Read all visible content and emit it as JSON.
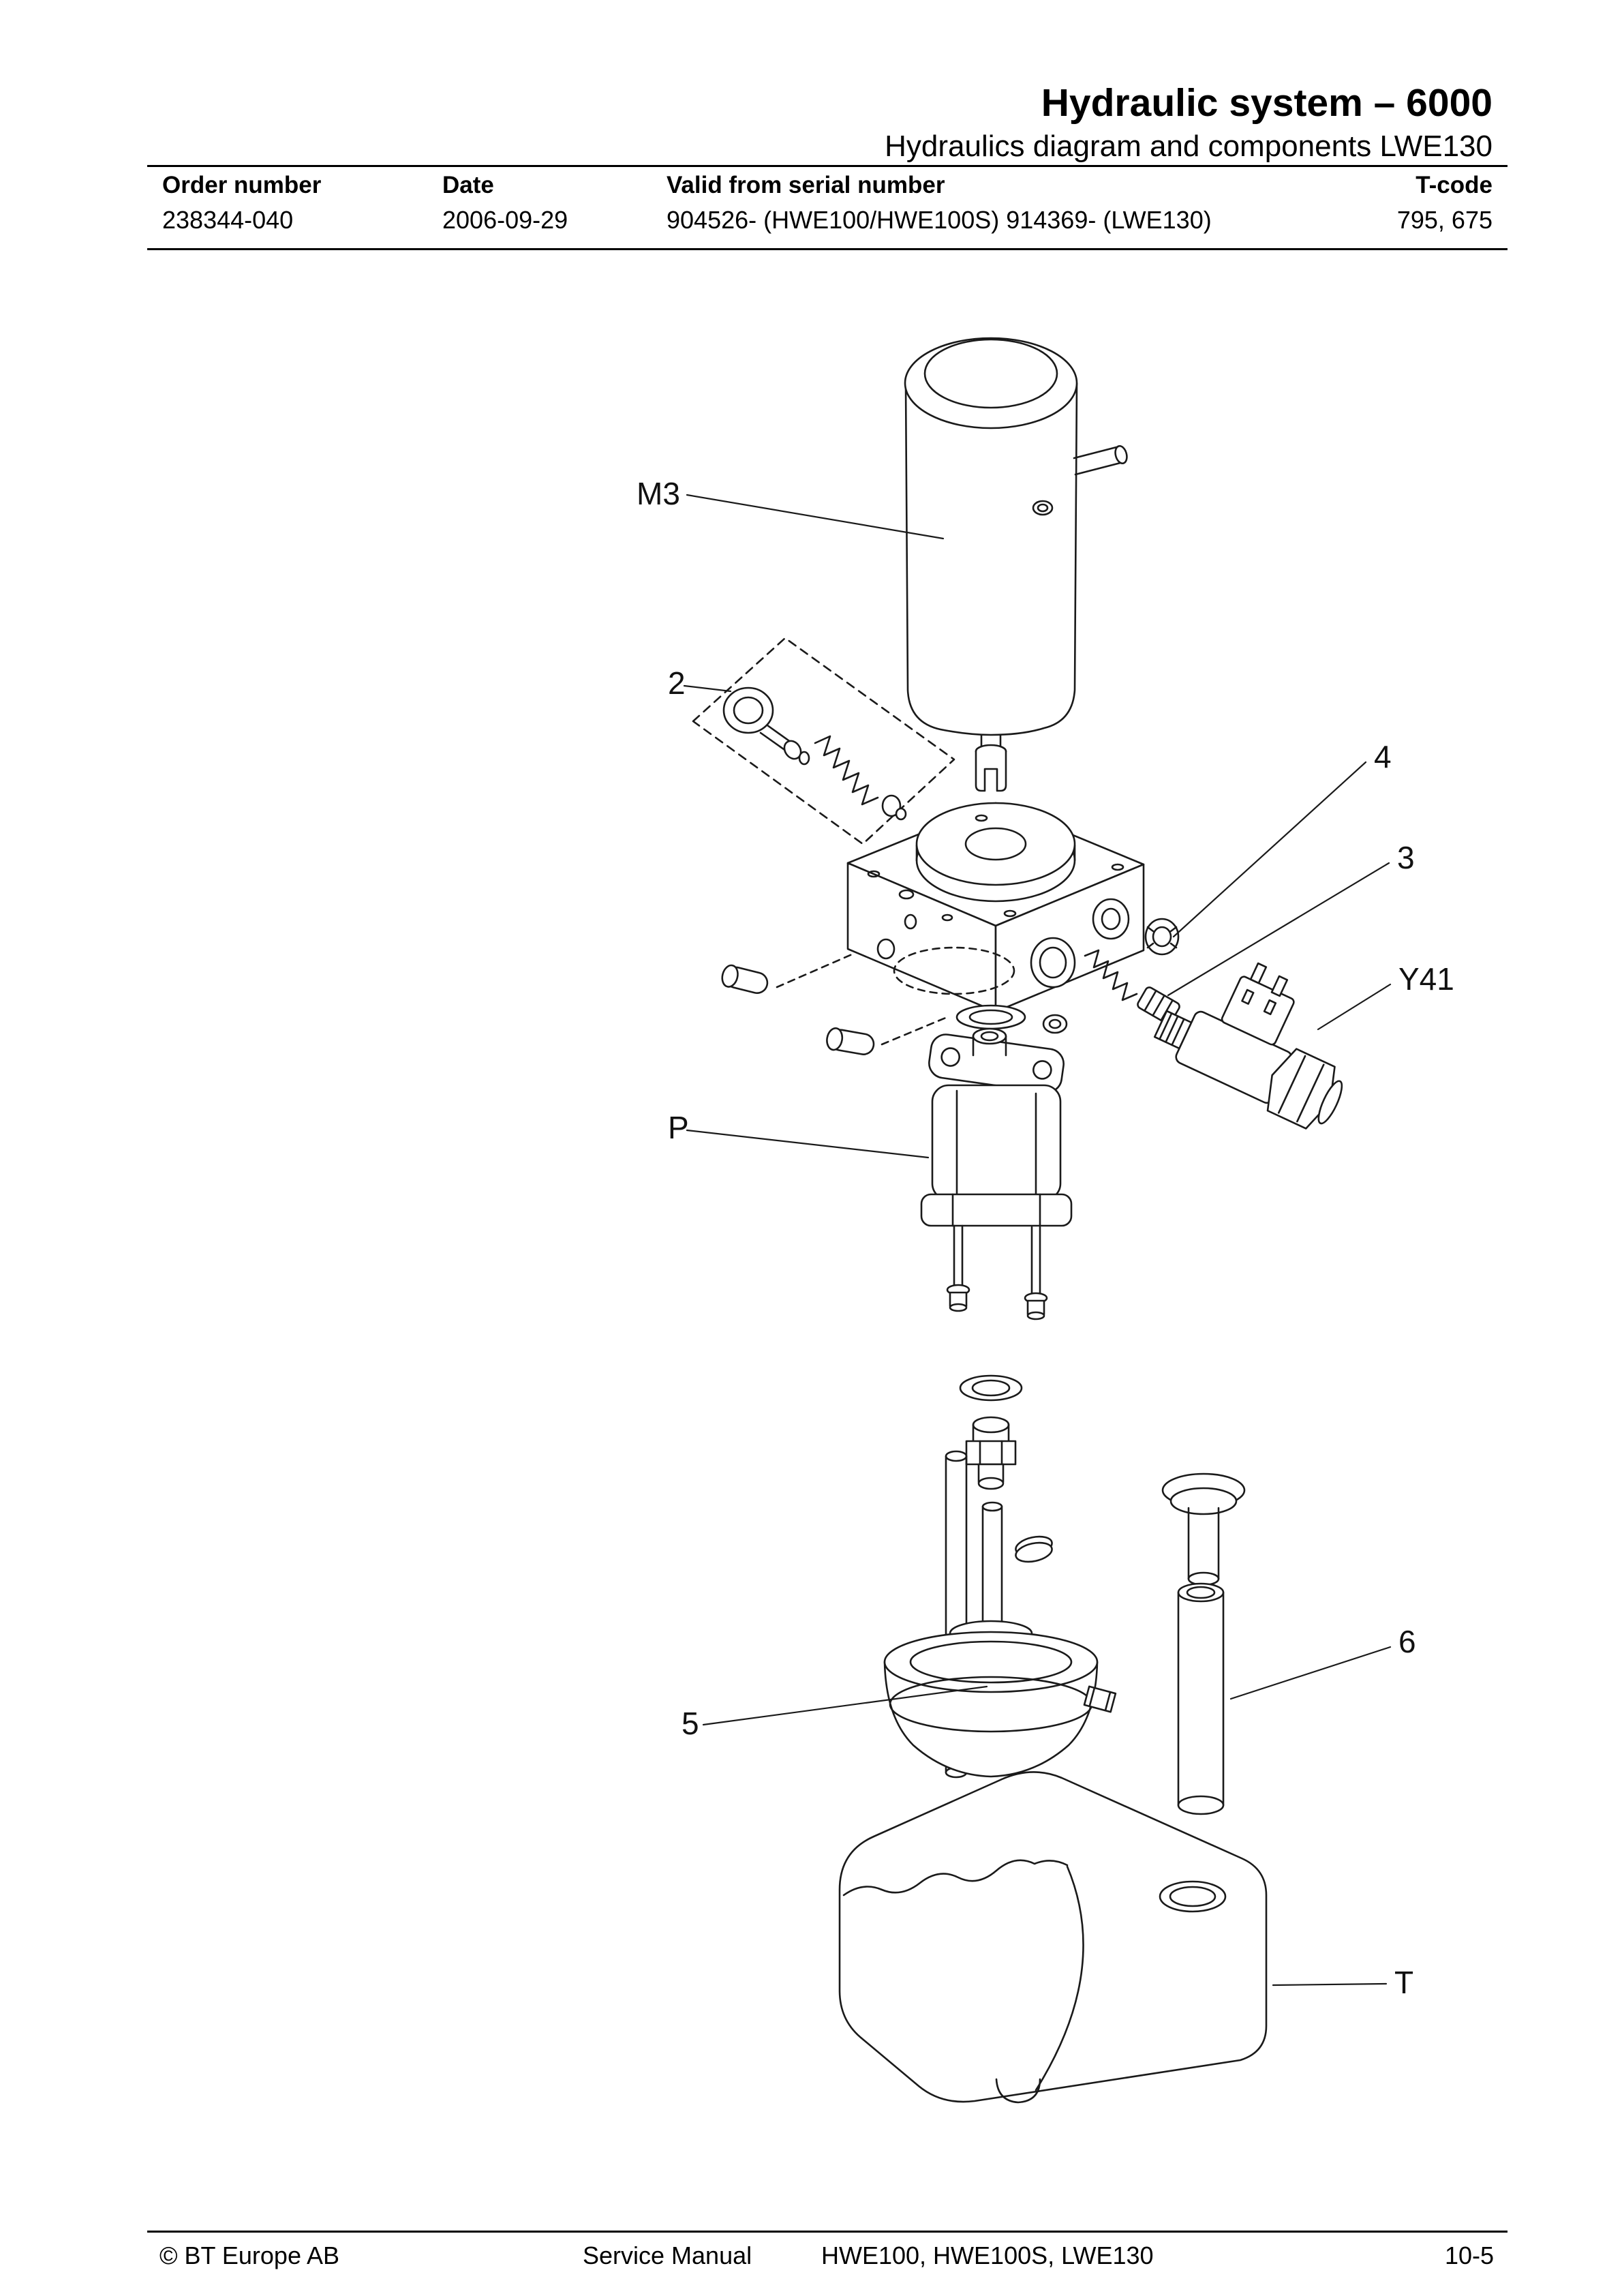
{
  "page": {
    "title": "Hydraulic system – 6000",
    "subtitle": "Hydraulics diagram and components LWE130"
  },
  "info_table": {
    "headers": [
      "Order number",
      "Date",
      "Valid from serial number",
      "T-code"
    ],
    "row": [
      "238344-040",
      "2006-09-29",
      "904526- (HWE100/HWE100S) 914369- (LWE130)",
      "795, 675"
    ]
  },
  "diagram": {
    "labels": [
      {
        "part": "motor",
        "text": "M3"
      },
      {
        "part": "valve-cartridge-kit",
        "text": "2"
      },
      {
        "part": "plug",
        "text": "4"
      },
      {
        "part": "spring",
        "text": "3"
      },
      {
        "part": "solenoid-valve",
        "text": "Y41"
      },
      {
        "part": "pump",
        "text": "P"
      },
      {
        "part": "suction-filter",
        "text": "5"
      },
      {
        "part": "return-tube",
        "text": "6"
      },
      {
        "part": "tank",
        "text": "T"
      }
    ]
  },
  "footer": {
    "copyright": "© BT Europe AB",
    "doc_type": "Service Manual",
    "models": "HWE100, HWE100S, LWE130",
    "page_number": "10-5"
  }
}
